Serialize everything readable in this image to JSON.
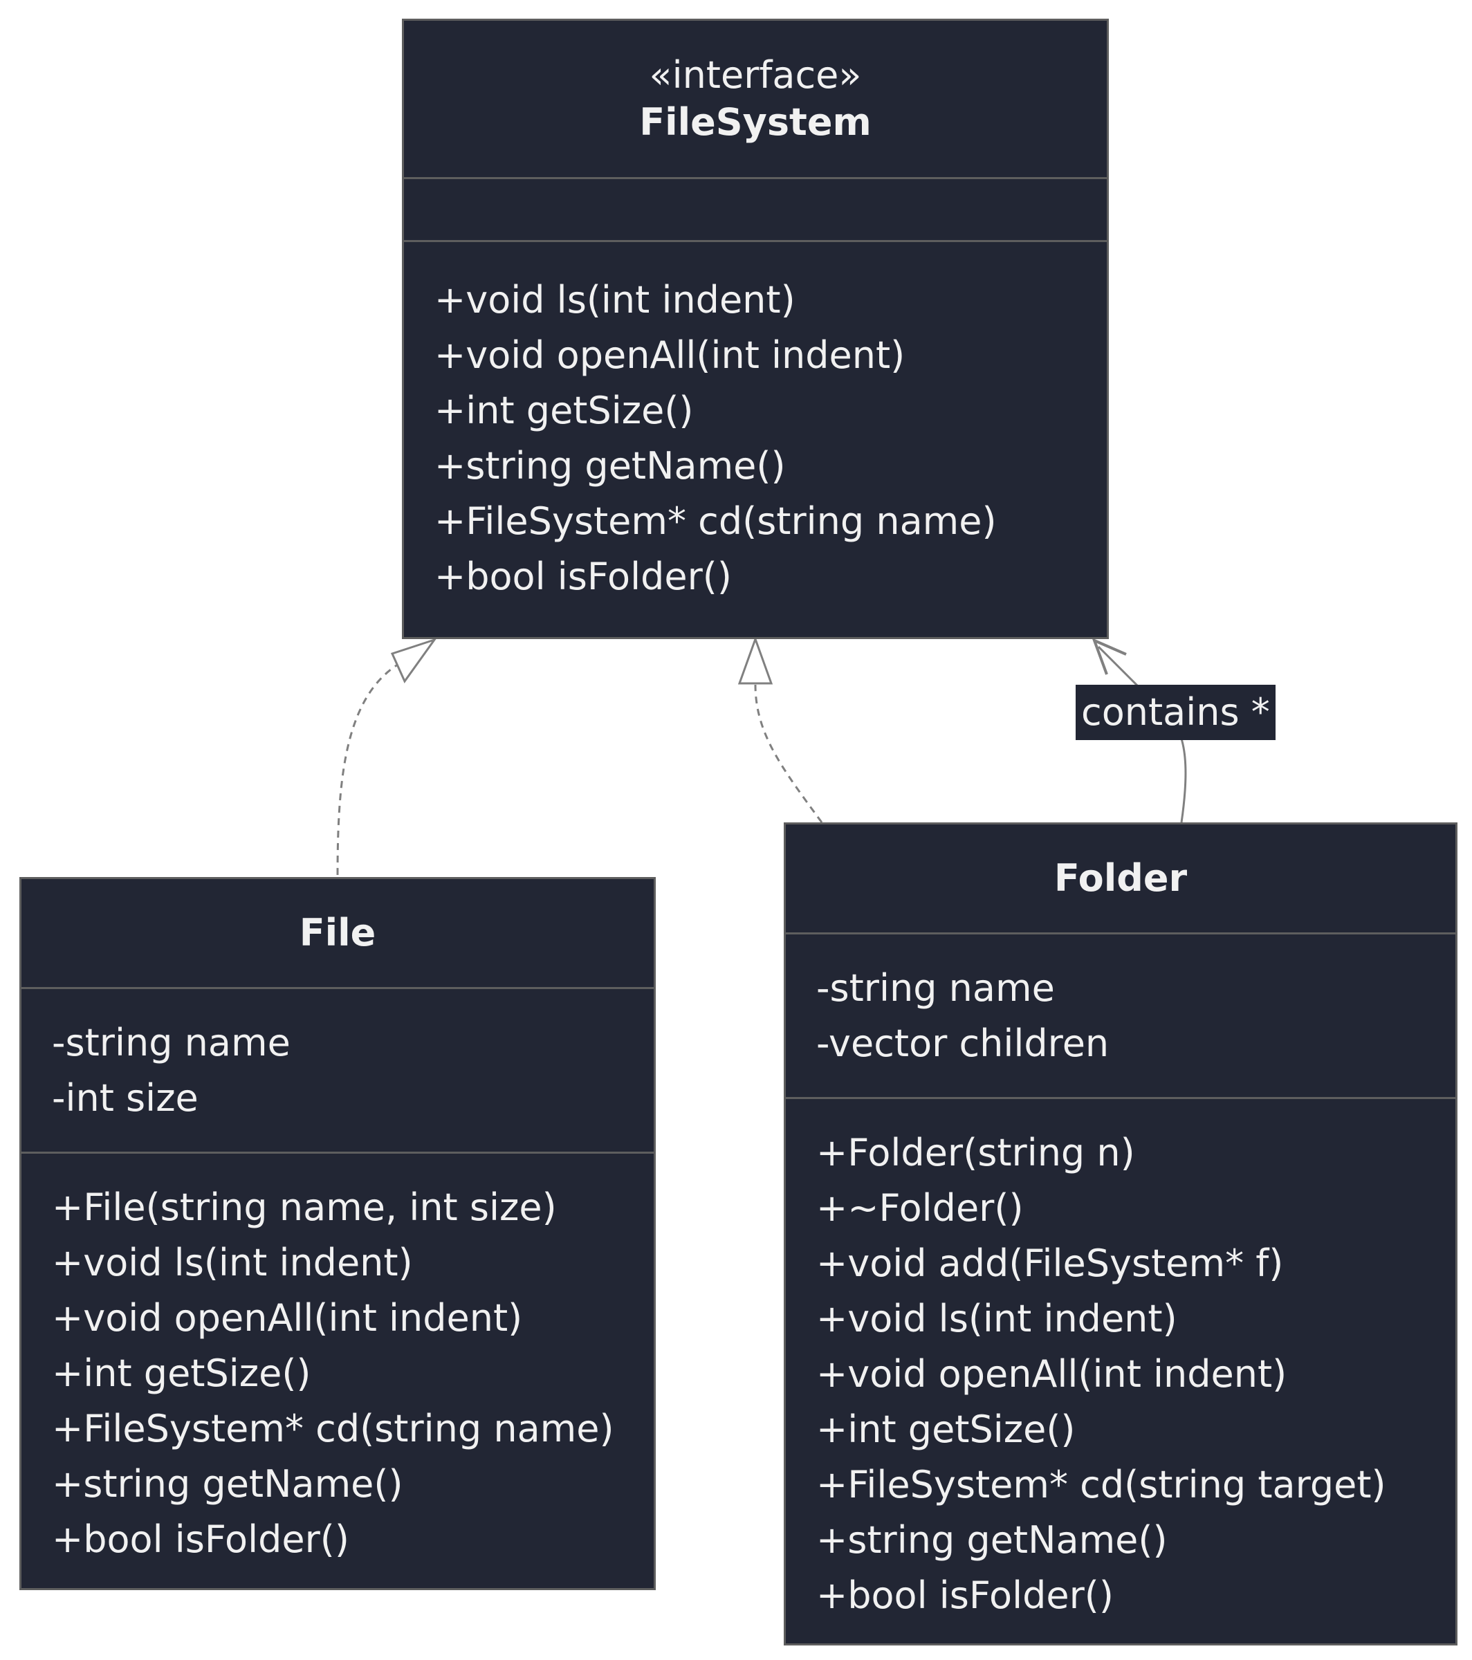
{
  "diagram": {
    "classes": {
      "filesystem": {
        "stereotype": "«interface»",
        "name": "FileSystem",
        "attributes": [],
        "methods": [
          "+void ls(int indent)",
          "+void openAll(int indent)",
          "+int getSize()",
          "+string getName()",
          "+FileSystem* cd(string name)",
          "+bool isFolder()"
        ]
      },
      "file": {
        "name": "File",
        "attributes": [
          "-string name",
          "-int size"
        ],
        "methods": [
          "+File(string name, int size)",
          "+void ls(int indent)",
          "+void openAll(int indent)",
          "+int getSize()",
          "+FileSystem* cd(string name)",
          "+string getName()",
          "+bool isFolder()"
        ]
      },
      "folder": {
        "name": "Folder",
        "attributes": [
          "-string name",
          "-vector children"
        ],
        "methods": [
          "+Folder(string n)",
          "+~Folder()",
          "+void add(FileSystem* f)",
          "+void ls(int indent)",
          "+void openAll(int indent)",
          "+int getSize()",
          "+FileSystem* cd(string target)",
          "+string getName()",
          "+bool isFolder()"
        ]
      }
    },
    "relations": [
      {
        "from": "File",
        "to": "FileSystem",
        "kind": "realization"
      },
      {
        "from": "Folder",
        "to": "FileSystem",
        "kind": "realization"
      },
      {
        "from": "Folder",
        "to": "FileSystem",
        "kind": "association",
        "label": "contains *"
      }
    ]
  }
}
